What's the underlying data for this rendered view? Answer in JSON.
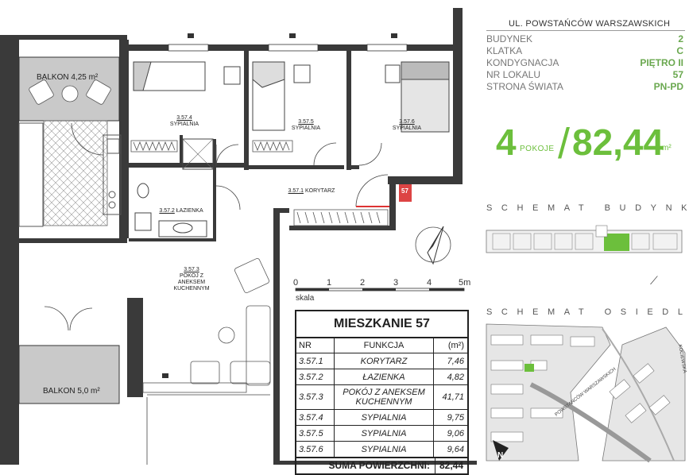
{
  "header": {
    "street": "UL. POWSTAŃCÓW WARSZAWSKICH"
  },
  "info": [
    {
      "label": "BUDYNEK",
      "value": "2"
    },
    {
      "label": "KLATKA",
      "value": "C"
    },
    {
      "label": "KONDYGNACJA",
      "value": "PIĘTRO II"
    },
    {
      "label": "NR LOKALU",
      "value": "57"
    },
    {
      "label": "STRONA ŚWIATA",
      "value": "PN-PD"
    }
  ],
  "summary": {
    "rooms": "4",
    "rooms_label": "POKOJE",
    "area": "82,44",
    "area_unit": "m²"
  },
  "sections": {
    "building_scheme": "SCHEMAT BUDYNKU",
    "estate_scheme": "SCHEMAT OSIEDLA",
    "estate_street_1": "POWSTAŃCÓW WARSZAWSKICH",
    "estate_street_2": "KOCIEWSKA"
  },
  "plan": {
    "balcony_1": "BALKON 4,25 m²",
    "balcony_2": "BALKON 5,0 m²",
    "unit_marker": "57",
    "rooms": [
      {
        "id": "3.57.4",
        "name": "SYPIALNIA"
      },
      {
        "id": "3.57.5",
        "name": "SYPIALNIA"
      },
      {
        "id": "3.57.6",
        "name": "SYPIALNIA"
      },
      {
        "id": "3.57.1",
        "name": "KORYTARZ"
      },
      {
        "id": "3.57.2",
        "name": "ŁAZIENKA"
      },
      {
        "id": "3.57.3",
        "name": "POKÓJ Z ANEKSEM KUCHENNYM"
      }
    ]
  },
  "scale": {
    "ticks": [
      "0",
      "1",
      "2",
      "3",
      "4",
      "5m"
    ],
    "label": "skala"
  },
  "table": {
    "title": "MIESZKANIE 57",
    "headers": [
      "NR",
      "FUNKCJA",
      "(m²)"
    ],
    "rows": [
      {
        "nr": "3.57.1",
        "func": "KORYTARZ",
        "area": "7,46"
      },
      {
        "nr": "3.57.2",
        "func": "ŁAZIENKA",
        "area": "4,82"
      },
      {
        "nr": "3.57.3",
        "func": "POKÓJ Z ANEKSEM KUCHENNYM",
        "area": "41,71"
      },
      {
        "nr": "3.57.4",
        "func": "SYPIALNIA",
        "area": "9,75"
      },
      {
        "nr": "3.57.5",
        "func": "SYPIALNIA",
        "area": "9,06"
      },
      {
        "nr": "3.57.6",
        "func": "SYPIALNIA",
        "area": "9,64"
      }
    ],
    "sum_label": "SUMA POWIERZCHNI:",
    "sum_value": "82,44"
  },
  "colors": {
    "accent": "#6cbf3c",
    "walls": "#333333"
  }
}
